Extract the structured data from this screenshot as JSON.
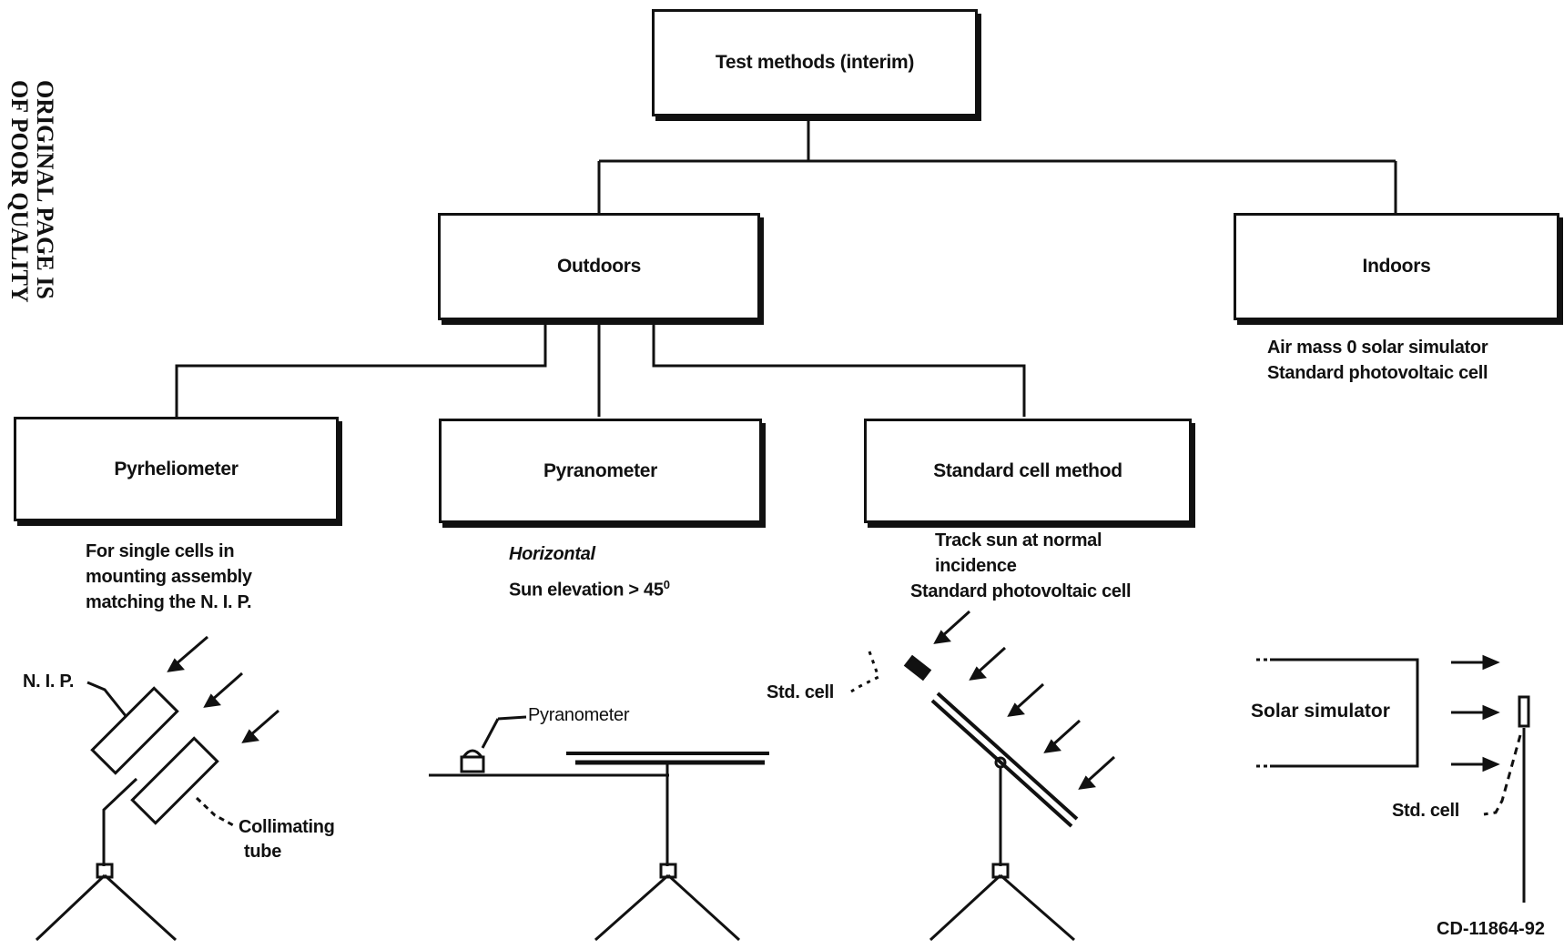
{
  "stamp": [
    "ORIGINAL PAGE IS",
    "OF POOR QUALITY"
  ],
  "nodes": {
    "root": "Test methods (interim)",
    "outdoors": "Outdoors",
    "indoors": "Indoors",
    "pyrheliometer": "Pyrheliometer",
    "pyranometer": "Pyranometer",
    "standard_cell": "Standard cell method"
  },
  "notes": {
    "indoors": [
      "Air mass 0 solar simulator",
      "Standard photovoltaic cell"
    ],
    "pyrheliometer": [
      "For single cells in",
      "mounting assembly",
      "matching the N. I. P."
    ],
    "pyranometer_line1": "Horizontal",
    "pyranometer_line2_text": "Sun elevation >",
    "pyranometer_line2_value": "45",
    "pyranometer_line2_sup": "0",
    "standard_cell": [
      "Track sun at normal",
      "incidence",
      "Standard photovoltaic cell"
    ]
  },
  "illustrations": {
    "nip_label": "N. I. P.",
    "collimating_label": [
      "Collimating",
      "tube"
    ],
    "pyranometer_label": "Pyranometer",
    "std_cell_label": "Std. cell",
    "solar_simulator_label": "Solar simulator",
    "indoor_std_cell_label": "Std. cell"
  },
  "figure_ref": "CD-11864-92"
}
